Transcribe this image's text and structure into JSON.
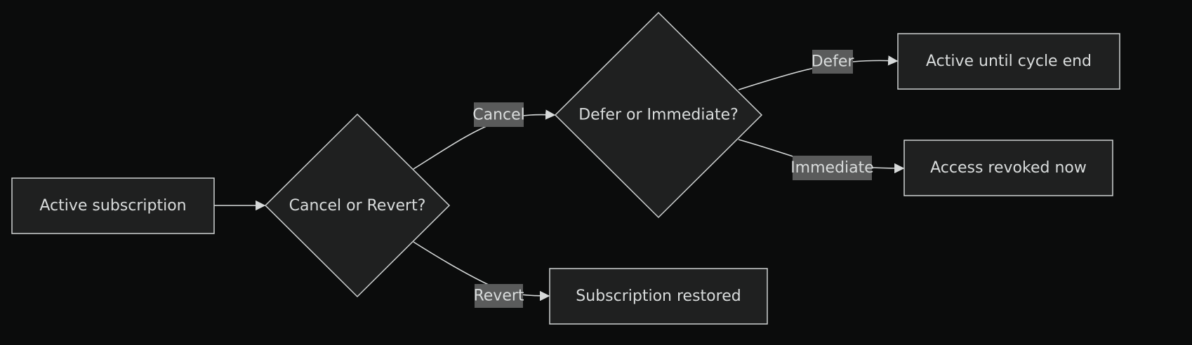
{
  "colors": {
    "background": "#0b0c0c",
    "node_fill": "#1f2020",
    "node_stroke": "#cfd2d2",
    "edge": "#d6d9d9",
    "label_bg": "#5a5b5b",
    "text": "#d9dcdc"
  },
  "nodes": {
    "active_subscription": {
      "label": "Active subscription",
      "shape": "rectangle"
    },
    "cancel_or_revert": {
      "label": "Cancel or Revert?",
      "shape": "diamond"
    },
    "defer_or_immediate": {
      "label": "Defer or Immediate?",
      "shape": "diamond"
    },
    "active_until_cycle_end": {
      "label": "Active until cycle end",
      "shape": "rectangle"
    },
    "access_revoked_now": {
      "label": "Access revoked now",
      "shape": "rectangle"
    },
    "subscription_restored": {
      "label": "Subscription restored",
      "shape": "rectangle"
    }
  },
  "edges": [
    {
      "from": "active_subscription",
      "to": "cancel_or_revert",
      "label": ""
    },
    {
      "from": "cancel_or_revert",
      "to": "defer_or_immediate",
      "label": "Cancel"
    },
    {
      "from": "cancel_or_revert",
      "to": "subscription_restored",
      "label": "Revert"
    },
    {
      "from": "defer_or_immediate",
      "to": "active_until_cycle_end",
      "label": "Defer"
    },
    {
      "from": "defer_or_immediate",
      "to": "access_revoked_now",
      "label": "Immediate"
    }
  ],
  "edge_labels": {
    "cancel": "Cancel",
    "revert": "Revert",
    "defer": "Defer",
    "immediate": "Immediate"
  }
}
